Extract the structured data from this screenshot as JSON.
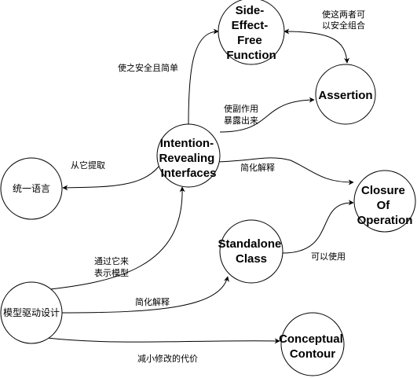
{
  "nodes": {
    "side_effect_free": {
      "lines": [
        "Side-",
        "Effect-",
        "Free",
        "Function"
      ]
    },
    "assertion": {
      "lines": [
        "Assertion"
      ]
    },
    "intention_revealing": {
      "lines": [
        "Intention-",
        "Revealing",
        "Interfaces"
      ]
    },
    "ubiquitous_language": {
      "lines": [
        "统一语言"
      ]
    },
    "closure_of_operation": {
      "lines": [
        "Closure",
        "Of",
        "Operation"
      ]
    },
    "standalone_class": {
      "lines": [
        "Standalone",
        "Class"
      ]
    },
    "model_driven_design": {
      "lines": [
        "模型驱动设计"
      ]
    },
    "conceptual_contour": {
      "lines": [
        "Conceptual",
        "Contour"
      ]
    }
  },
  "edges": {
    "make_safe_simple": {
      "lines": [
        "使之安全且简单"
      ]
    },
    "combine_safely": {
      "lines": [
        "使这两者可",
        "以安全组合"
      ]
    },
    "expose_side_effects": {
      "lines": [
        "使副作用",
        "暴露出来"
      ]
    },
    "extract_from": {
      "lines": [
        "从它提取"
      ]
    },
    "simplify_interpretation_1": {
      "lines": [
        "简化解释"
      ]
    },
    "express_model": {
      "lines": [
        "通过它来",
        "表示模型"
      ]
    },
    "can_use": {
      "lines": [
        "可以使用"
      ]
    },
    "simplify_interpretation_2": {
      "lines": [
        "简化解释"
      ]
    },
    "reduce_modification_cost": {
      "lines": [
        "减小修改的代价"
      ]
    }
  },
  "style": {
    "stroke": "#000000",
    "fill": "#ffffff"
  }
}
